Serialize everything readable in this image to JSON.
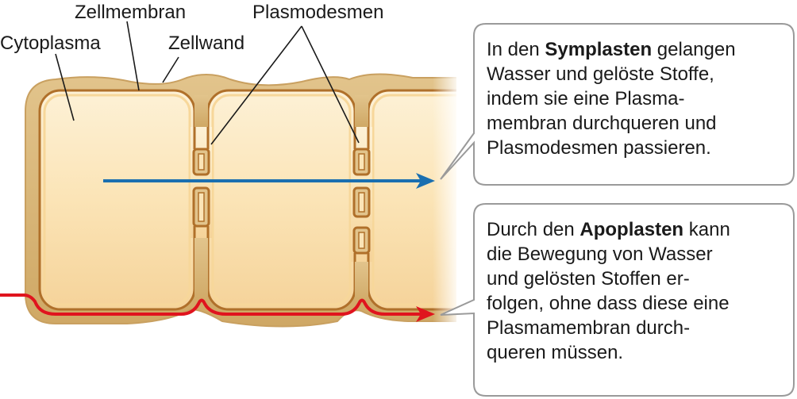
{
  "labels": {
    "cell_membrane": "Zellmembran",
    "plasmodesmata": "Plasmodesmen",
    "cytoplasm": "Cytoplasma",
    "cell_wall": "Zellwand"
  },
  "callouts": {
    "symplast": {
      "prefix": "In den ",
      "term": "Symplasten",
      "rest_line1": " gelangen",
      "lines": [
        "Wasser und gelöste Stoffe,",
        "indem sie eine Plasma-",
        "membran durchqueren und",
        "Plasmodesmen passieren."
      ]
    },
    "apoplast": {
      "prefix": "Durch den ",
      "term": "Apoplasten",
      "rest_line1": " kann",
      "lines": [
        "die Bewegung von Wasser",
        "und gelösten Stoffen er-",
        "folgen, ohne dass diese eine",
        "Plasmamembran durch-",
        "queren müssen."
      ]
    }
  },
  "colors": {
    "symplast_arrow": "#1a6fb0",
    "apoplast_arrow": "#e0141e",
    "cell_wall": "#d7b77a",
    "cytoplasm": "#fbe2b0",
    "membrane": "#b0702a"
  }
}
